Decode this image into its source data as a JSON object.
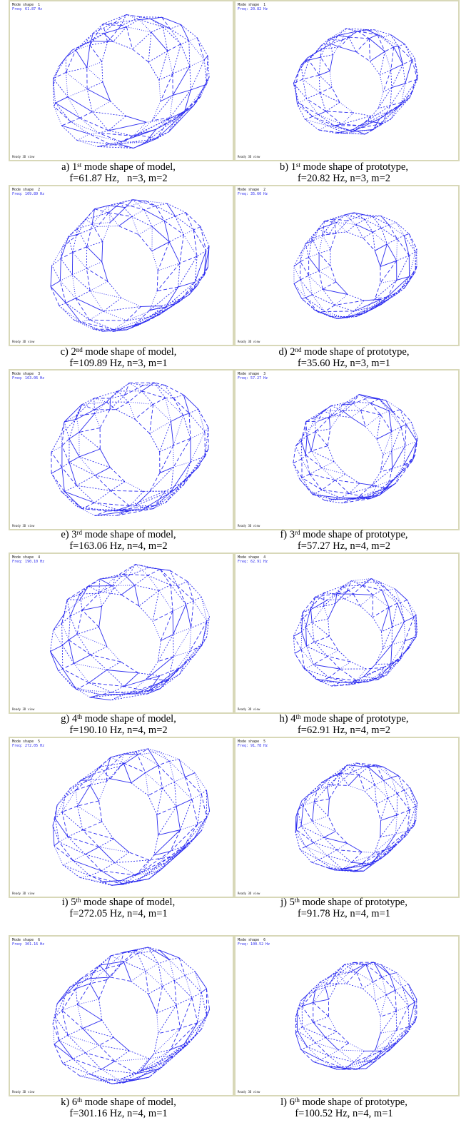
{
  "panels": [
    {
      "id": "a",
      "label": "a)",
      "ordinal": "1",
      "sup": "st",
      "line1_rest": "mode shape of model,",
      "line2": "f=61.87 Hz,   n=3, m=2",
      "header_line1": "Mode shape  1",
      "header_line2": "Freq: 61.87 Hz",
      "footer": "Ready  3D view",
      "shape": "model",
      "n": 3,
      "m": 2,
      "tilt": -0.25
    },
    {
      "id": "b",
      "label": "b)",
      "ordinal": "1",
      "sup": "st",
      "line1_rest": "mode shape of prototype,",
      "line2": "f=20.82 Hz, n=3, m=2",
      "header_line1": "Mode shape  1",
      "header_line2": "Freq: 20.82 Hz",
      "footer": "Ready  3D view",
      "shape": "prototype",
      "n": 3,
      "m": 2,
      "tilt": -0.35
    },
    {
      "id": "c",
      "label": "c)",
      "ordinal": "2",
      "sup": "nd",
      "line1_rest": "mode shape of model,",
      "line2": "f=109.89 Hz, n=3, m=1",
      "header_line1": "Mode shape  2",
      "header_line2": "Freq: 109.89 Hz",
      "footer": "Ready  3D view",
      "shape": "model",
      "n": 3,
      "m": 1,
      "tilt": -0.15
    },
    {
      "id": "d",
      "label": "d)",
      "ordinal": "2",
      "sup": "nd",
      "line1_rest": "mode shape of prototype,",
      "line2": "f=35.60 Hz, n=3, m=1",
      "header_line1": "Mode shape  2",
      "header_line2": "Freq: 35.60 Hz",
      "footer": "Ready  3D view",
      "shape": "prototype",
      "n": 3,
      "m": 1,
      "tilt": -0.2
    },
    {
      "id": "e",
      "label": "e)",
      "ordinal": "3",
      "sup": "rd",
      "line1_rest": "mode shape of model,",
      "line2": "f=163.06 Hz, n=4, m=2",
      "header_line1": "Mode shape  3",
      "header_line2": "Freq: 163.06 Hz",
      "footer": "Ready  3D view",
      "shape": "model",
      "n": 4,
      "m": 2,
      "tilt": -0.2
    },
    {
      "id": "f",
      "label": "f)",
      "ordinal": "3",
      "sup": "rd",
      "line1_rest": "mode shape of prototype,",
      "line2": "f=57.27 Hz, n=4, m=2",
      "header_line1": "Mode shape  3",
      "header_line2": "Freq: 57.27 Hz",
      "footer": "Ready  3D view",
      "shape": "prototype",
      "n": 4,
      "m": 2,
      "tilt": 0.3
    },
    {
      "id": "g",
      "label": "g)",
      "ordinal": "4",
      "sup": "th",
      "line1_rest": "mode shape of model,",
      "line2": "f=190.10 Hz, n=4, m=2",
      "header_line1": "Mode shape  4",
      "header_line2": "Freq: 190.10 Hz",
      "footer": "Ready  3D view",
      "shape": "model",
      "n": 4,
      "m": 2,
      "tilt": -0.1
    },
    {
      "id": "h",
      "label": "h)",
      "ordinal": "4",
      "sup": "th",
      "line1_rest": "mode shape of prototype,",
      "line2": "f=62.91 Hz, n=4, m=2",
      "header_line1": "Mode shape  4",
      "header_line2": "Freq: 62.91 Hz",
      "footer": "Ready  3D view",
      "shape": "prototype",
      "n": 4,
      "m": 2,
      "tilt": -0.25
    },
    {
      "id": "i",
      "label": "i)",
      "ordinal": "5",
      "sup": "th",
      "line1_rest": "mode shape of model,",
      "line2": "f=272.05 Hz, n=4, m=1",
      "header_line1": "Mode shape  5",
      "header_line2": "Freq: 272.05 Hz",
      "footer": "Ready  3D view",
      "shape": "model",
      "n": 4,
      "m": 1,
      "tilt": -0.3
    },
    {
      "id": "j",
      "label": "j)",
      "ordinal": "5",
      "sup": "th",
      "line1_rest": "mode shape of prototype,",
      "line2": "f=91.78 Hz, n=4, m=1",
      "header_line1": "Mode shape  5",
      "header_line2": "Freq: 91.78 Hz",
      "footer": "Ready  3D view",
      "shape": "prototype",
      "n": 4,
      "m": 1,
      "tilt": -0.15
    },
    {
      "id": "k",
      "label": "k)",
      "ordinal": "6",
      "sup": "th",
      "line1_rest": "mode shape of model,",
      "line2": "f=301.16 Hz, n=4, m=1",
      "header_line1": "Mode shape  6",
      "header_line2": "Freq: 301.16 Hz",
      "footer": "Ready  3D view",
      "shape": "model",
      "n": 4,
      "m": 1,
      "tilt": -0.3
    },
    {
      "id": "l",
      "label": "l)",
      "ordinal": "6",
      "sup": "th",
      "line1_rest": "mode shape of prototype,",
      "line2": "f=100.52 Hz, n=4, m=1",
      "header_line1": "Mode shape  6",
      "header_line2": "Freq: 100.52 Hz",
      "footer": "Ready  3D view",
      "shape": "prototype",
      "n": 4,
      "m": 1,
      "tilt": -0.2
    }
  ],
  "colors": {
    "mesh": "#2b2bf0",
    "panel_border": "#d8d8b8"
  }
}
